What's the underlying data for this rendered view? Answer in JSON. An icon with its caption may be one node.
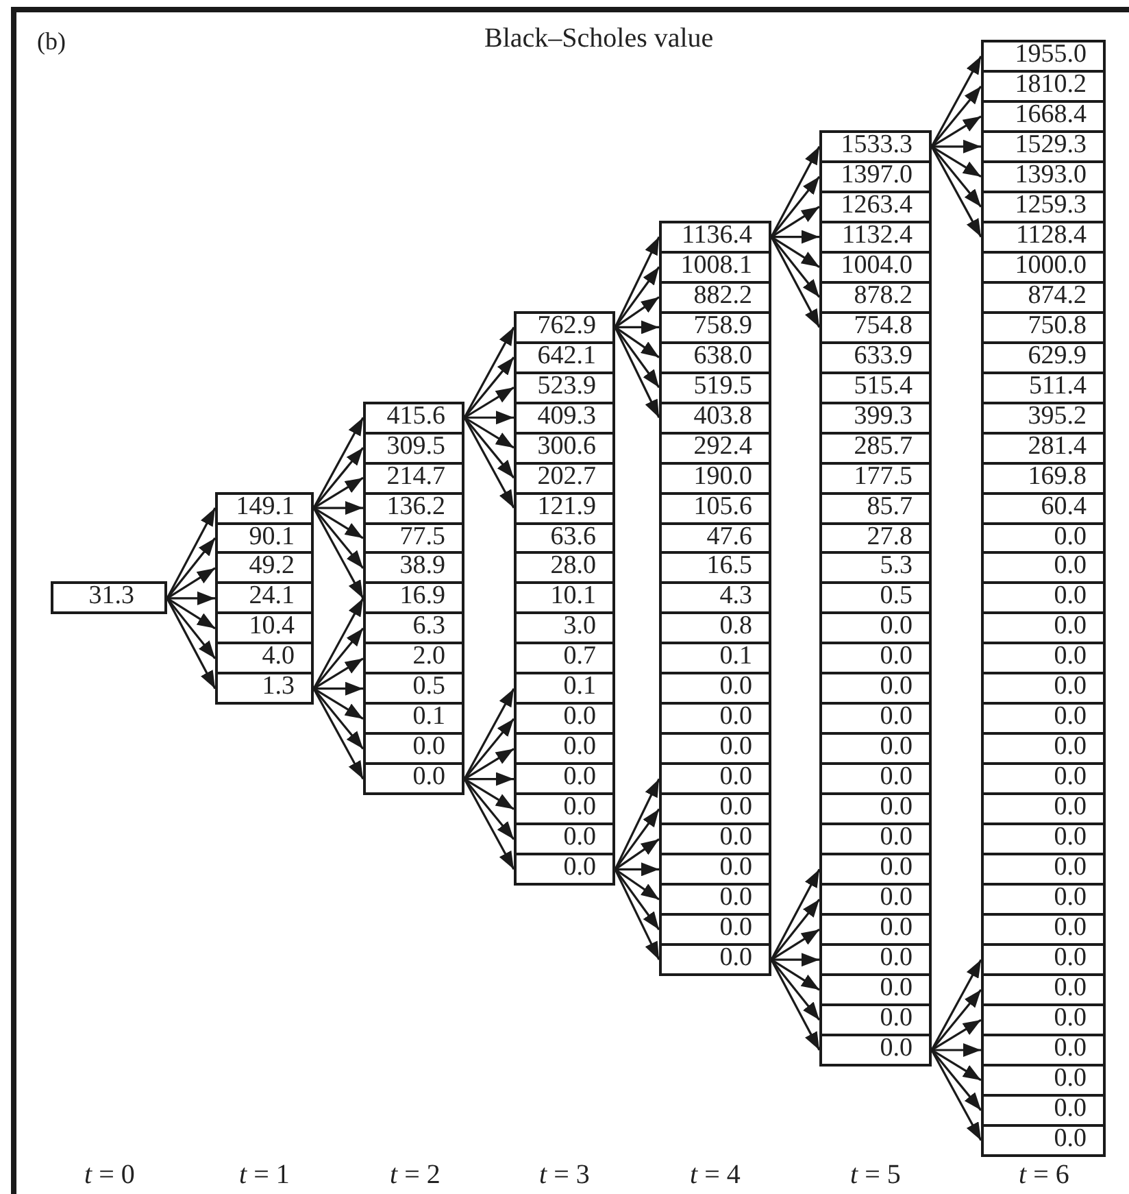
{
  "diagram": {
    "title": "Black–Scholes value",
    "nodes": [
      {
        "text": [
          "31.3"
        ]
      },
      {
        "text": [
          "149.1"
        ]
      },
      {
        "text": [
          "90.1"
        ]
      },
      {
        "text": [
          "49.2"
        ]
      },
      {
        "text": [
          "24.1"
        ]
      },
      {
        "text": [
          "10.4"
        ]
      },
      {
        "text": [
          "4.0"
        ]
      },
      {
        "text": [
          "1.3"
        ]
      },
      {
        "text": [
          "415.6"
        ]
      },
      {
        "text": [
          "309.5"
        ]
      },
      {
        "text": [
          "214.7"
        ]
      },
      {
        "text": [
          "136.2"
        ]
      },
      {
        "text": [
          "77.5"
        ]
      },
      {
        "text": [
          "38.9"
        ]
      },
      {
        "text": [
          "16.9"
        ]
      },
      {
        "text": [
          "6.3"
        ]
      },
      {
        "text": [
          "2.0"
        ]
      },
      {
        "text": [
          "0.5"
        ]
      },
      {
        "text": [
          "0.1"
        ]
      },
      {
        "text": [
          "0.0"
        ]
      },
      {
        "text": [
          "0.0"
        ]
      },
      {
        "text": [
          "762.9"
        ]
      },
      {
        "text": [
          "642.1"
        ]
      },
      {
        "text": [
          "523.9"
        ]
      },
      {
        "text": [
          "409.3"
        ]
      },
      {
        "text": [
          "300.6"
        ]
      },
      {
        "text": [
          "202.7"
        ]
      },
      {
        "text": [
          "121.9"
        ]
      },
      {
        "text": [
          "63.6"
        ]
      },
      {
        "text": [
          "28.0"
        ]
      },
      {
        "text": [
          "10.1"
        ]
      },
      {
        "text": [
          "3.0"
        ]
      },
      {
        "text": [
          "0.7"
        ]
      },
      {
        "text": [
          "0.1"
        ]
      },
      {
        "text": [
          "0.0"
        ]
      },
      {
        "text": [
          "0.0"
        ]
      },
      {
        "text": [
          "0.0"
        ]
      },
      {
        "text": [
          "0.0"
        ]
      },
      {
        "text": [
          "0.0"
        ]
      },
      {
        "text": [
          "0.0"
        ]
      },
      {
        "text": [
          "1136.4"
        ]
      },
      {
        "text": [
          "1008.1"
        ]
      },
      {
        "text": [
          "882.2"
        ]
      },
      {
        "text": [
          "758.9"
        ]
      },
      {
        "text": [
          "638.0"
        ]
      },
      {
        "text": [
          "519.5"
        ]
      },
      {
        "text": [
          "403.8"
        ]
      },
      {
        "text": [
          "292.4"
        ]
      },
      {
        "text": [
          "190.0"
        ]
      },
      {
        "text": [
          "105.6"
        ]
      },
      {
        "text": [
          "47.6"
        ]
      },
      {
        "text": [
          "16.5"
        ]
      },
      {
        "text": [
          "4.3"
        ]
      },
      {
        "text": [
          "0.8"
        ]
      },
      {
        "text": [
          "0.1"
        ]
      },
      {
        "text": [
          "0.0"
        ]
      },
      {
        "text": [
          "0.0"
        ]
      },
      {
        "text": [
          "0.0"
        ]
      },
      {
        "text": [
          "0.0"
        ]
      },
      {
        "text": [
          "0.0"
        ]
      },
      {
        "text": [
          "0.0"
        ]
      },
      {
        "text": [
          "0.0"
        ]
      },
      {
        "text": [
          "0.0"
        ]
      },
      {
        "text": [
          "0.0"
        ]
      },
      {
        "text": [
          "0.0"
        ]
      },
      {
        "text": [
          "1533.3"
        ]
      },
      {
        "text": [
          "1397.0"
        ]
      },
      {
        "text": [
          "1263.4"
        ]
      },
      {
        "text": [
          "1132.4"
        ]
      },
      {
        "text": [
          "1004.0"
        ]
      },
      {
        "text": [
          "878.2"
        ]
      },
      {
        "text": [
          "754.8"
        ]
      },
      {
        "text": [
          "633.9"
        ]
      },
      {
        "text": [
          "515.4"
        ]
      },
      {
        "text": [
          "399.3"
        ]
      },
      {
        "text": [
          "285.7"
        ]
      },
      {
        "text": [
          "177.5"
        ]
      },
      {
        "text": [
          "85.7"
        ]
      },
      {
        "text": [
          "27.8"
        ]
      },
      {
        "text": [
          "5.3"
        ]
      },
      {
        "text": [
          "0.5"
        ]
      },
      {
        "text": [
          "0.0"
        ]
      },
      {
        "text": [
          "0.0"
        ]
      },
      {
        "text": [
          "0.0"
        ]
      },
      {
        "text": [
          "0.0"
        ]
      },
      {
        "text": [
          "0.0"
        ]
      },
      {
        "text": [
          "0.0"
        ]
      },
      {
        "text": [
          "0.0"
        ]
      },
      {
        "text": [
          "0.0"
        ]
      },
      {
        "text": [
          "0.0"
        ]
      },
      {
        "text": [
          "0.0"
        ]
      },
      {
        "text": [
          "0.0"
        ]
      },
      {
        "text": [
          "0.0"
        ]
      },
      {
        "text": [
          "0.0"
        ]
      },
      {
        "text": [
          "0.0"
        ]
      },
      {
        "text": [
          "0.0"
        ]
      },
      {
        "text": [
          "1955.0"
        ]
      },
      {
        "text": [
          "1810.2"
        ]
      },
      {
        "text": [
          "1668.4"
        ]
      },
      {
        "text": [
          "1529.3"
        ]
      },
      {
        "text": [
          "1393.0"
        ]
      },
      {
        "text": [
          "1259.3"
        ]
      },
      {
        "text": [
          "1128.4"
        ]
      },
      {
        "text": [
          "1000.0"
        ]
      },
      {
        "text": [
          "874.2"
        ]
      },
      {
        "text": [
          "750.8"
        ]
      },
      {
        "text": [
          "629.9"
        ]
      },
      {
        "text": [
          "511.4"
        ]
      },
      {
        "text": [
          "395.2"
        ]
      },
      {
        "text": [
          "281.4"
        ]
      },
      {
        "text": [
          "169.8"
        ]
      },
      {
        "text": [
          "60.4"
        ]
      },
      {
        "text": [
          "0.0"
        ]
      },
      {
        "text": [
          "0.0"
        ]
      },
      {
        "text": [
          "0.0"
        ]
      },
      {
        "text": [
          "0.0"
        ]
      },
      {
        "text": [
          "0.0"
        ]
      },
      {
        "text": [
          "0.0"
        ]
      },
      {
        "text": [
          "0.0"
        ]
      },
      {
        "text": [
          "0.0"
        ]
      },
      {
        "text": [
          "0.0"
        ]
      },
      {
        "text": [
          "0.0"
        ]
      },
      {
        "text": [
          "0.0"
        ]
      },
      {
        "text": [
          "0.0"
        ]
      },
      {
        "text": [
          "0.0"
        ]
      },
      {
        "text": [
          "0.0"
        ]
      },
      {
        "text": [
          "0.0"
        ]
      },
      {
        "text": [
          "0.0"
        ]
      },
      {
        "text": [
          "0.0"
        ]
      },
      {
        "text": [
          "0.0"
        ]
      },
      {
        "text": [
          "0.0"
        ]
      },
      {
        "text": [
          "0.0"
        ]
      },
      {
        "text": [
          "0.0"
        ]
      }
    ],
    "edges": [
      {
        "from": 0,
        "to": 1,
        "arrow": "to"
      },
      {
        "from": 0,
        "to": 2,
        "arrow": "to"
      },
      {
        "from": 0,
        "to": 3,
        "arrow": "to"
      },
      {
        "from": 0,
        "to": 4,
        "arrow": "to"
      },
      {
        "from": 0,
        "to": 5,
        "arrow": "to"
      },
      {
        "from": 0,
        "to": 6,
        "arrow": "to"
      },
      {
        "from": 0,
        "to": 7,
        "arrow": "to"
      },
      {
        "from": 1,
        "to": 8,
        "arrow": "to"
      },
      {
        "from": 1,
        "to": 9,
        "arrow": "to"
      },
      {
        "from": 1,
        "to": 10,
        "arrow": "to"
      },
      {
        "from": 1,
        "to": 11,
        "arrow": "to"
      },
      {
        "from": 1,
        "to": 12,
        "arrow": "to"
      },
      {
        "from": 1,
        "to": 13,
        "arrow": "to"
      },
      {
        "from": 1,
        "to": 14,
        "arrow": "to"
      },
      {
        "from": 7,
        "to": 14,
        "arrow": "to"
      },
      {
        "from": 7,
        "to": 15,
        "arrow": "to"
      },
      {
        "from": 7,
        "to": 16,
        "arrow": "to"
      },
      {
        "from": 7,
        "to": 17,
        "arrow": "to"
      },
      {
        "from": 7,
        "to": 18,
        "arrow": "to"
      },
      {
        "from": 7,
        "to": 19,
        "arrow": "to"
      },
      {
        "from": 7,
        "to": 20,
        "arrow": "to"
      },
      {
        "from": 8,
        "to": 21,
        "arrow": "to"
      },
      {
        "from": 8,
        "to": 22,
        "arrow": "to"
      },
      {
        "from": 8,
        "to": 23,
        "arrow": "to"
      },
      {
        "from": 8,
        "to": 24,
        "arrow": "to"
      },
      {
        "from": 8,
        "to": 25,
        "arrow": "to"
      },
      {
        "from": 8,
        "to": 26,
        "arrow": "to"
      },
      {
        "from": 8,
        "to": 27,
        "arrow": "to"
      },
      {
        "from": 20,
        "to": 33,
        "arrow": "to"
      },
      {
        "from": 20,
        "to": 34,
        "arrow": "to"
      },
      {
        "from": 20,
        "to": 35,
        "arrow": "to"
      },
      {
        "from": 20,
        "to": 36,
        "arrow": "to"
      },
      {
        "from": 20,
        "to": 37,
        "arrow": "to"
      },
      {
        "from": 20,
        "to": 38,
        "arrow": "to"
      },
      {
        "from": 20,
        "to": 39,
        "arrow": "to"
      },
      {
        "from": 21,
        "to": 40,
        "arrow": "to"
      },
      {
        "from": 21,
        "to": 41,
        "arrow": "to"
      },
      {
        "from": 21,
        "to": 42,
        "arrow": "to"
      },
      {
        "from": 21,
        "to": 43,
        "arrow": "to"
      },
      {
        "from": 21,
        "to": 44,
        "arrow": "to"
      },
      {
        "from": 21,
        "to": 45,
        "arrow": "to"
      },
      {
        "from": 21,
        "to": 46,
        "arrow": "to"
      },
      {
        "from": 39,
        "to": 58,
        "arrow": "to"
      },
      {
        "from": 39,
        "to": 59,
        "arrow": "to"
      },
      {
        "from": 39,
        "to": 60,
        "arrow": "to"
      },
      {
        "from": 39,
        "to": 61,
        "arrow": "to"
      },
      {
        "from": 39,
        "to": 62,
        "arrow": "to"
      },
      {
        "from": 39,
        "to": 63,
        "arrow": "to"
      },
      {
        "from": 39,
        "to": 64,
        "arrow": "to"
      },
      {
        "from": 40,
        "to": 65,
        "arrow": "to"
      },
      {
        "from": 40,
        "to": 66,
        "arrow": "to"
      },
      {
        "from": 40,
        "to": 67,
        "arrow": "to"
      },
      {
        "from": 40,
        "to": 68,
        "arrow": "to"
      },
      {
        "from": 40,
        "to": 69,
        "arrow": "to"
      },
      {
        "from": 40,
        "to": 70,
        "arrow": "to"
      },
      {
        "from": 40,
        "to": 71,
        "arrow": "to"
      },
      {
        "from": 64,
        "to": 89,
        "arrow": "to"
      },
      {
        "from": 64,
        "to": 90,
        "arrow": "to"
      },
      {
        "from": 64,
        "to": 91,
        "arrow": "to"
      },
      {
        "from": 64,
        "to": 92,
        "arrow": "to"
      },
      {
        "from": 64,
        "to": 93,
        "arrow": "to"
      },
      {
        "from": 64,
        "to": 94,
        "arrow": "to"
      },
      {
        "from": 64,
        "to": 95,
        "arrow": "to"
      },
      {
        "from": 65,
        "to": 96,
        "arrow": "to"
      },
      {
        "from": 65,
        "to": 97,
        "arrow": "to"
      },
      {
        "from": 65,
        "to": 98,
        "arrow": "to"
      },
      {
        "from": 65,
        "to": 99,
        "arrow": "to"
      },
      {
        "from": 65,
        "to": 100,
        "arrow": "to"
      },
      {
        "from": 65,
        "to": 101,
        "arrow": "to"
      },
      {
        "from": 65,
        "to": 102,
        "arrow": "to"
      },
      {
        "from": 95,
        "to": 126,
        "arrow": "to"
      },
      {
        "from": 95,
        "to": 127,
        "arrow": "to"
      },
      {
        "from": 95,
        "to": 128,
        "arrow": "to"
      },
      {
        "from": 95,
        "to": 129,
        "arrow": "to"
      },
      {
        "from": 95,
        "to": 130,
        "arrow": "to"
      },
      {
        "from": 95,
        "to": 131,
        "arrow": "to"
      },
      {
        "from": 95,
        "to": 132,
        "arrow": "to"
      }
    ],
    "labels": [
      "(b)",
      "*t* = 0",
      "*t* = 1",
      "*t* = 2",
      "*t* = 3",
      "*t* = 4",
      "*t* = 5",
      "*t* = 6"
    ]
  }
}
